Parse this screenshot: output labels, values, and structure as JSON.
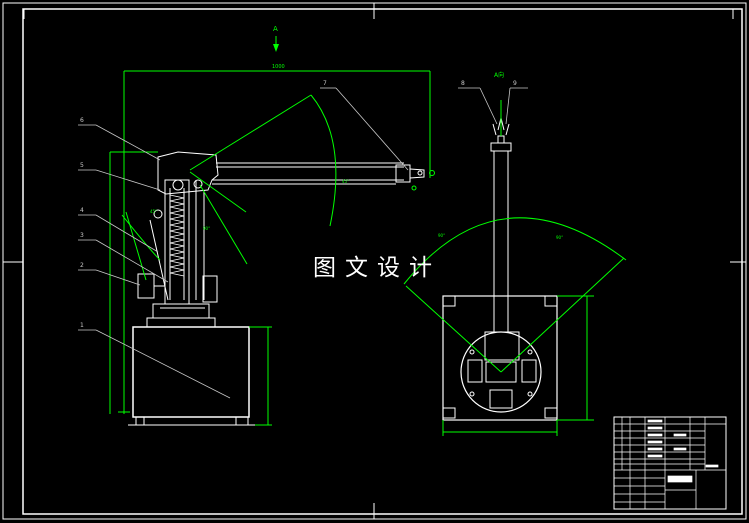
{
  "colors": {
    "background": "#000000",
    "outline": "#ffffff",
    "dimension": "#00ff00",
    "leader": "#c8c8c8"
  },
  "watermark": "图文设计",
  "view_label": "A",
  "view_caption": "A向",
  "overall_dim": "1000",
  "part_numbers": [
    "1",
    "2",
    "3",
    "4",
    "5",
    "6",
    "7",
    "8",
    "9"
  ],
  "title_block": {
    "present": true
  }
}
